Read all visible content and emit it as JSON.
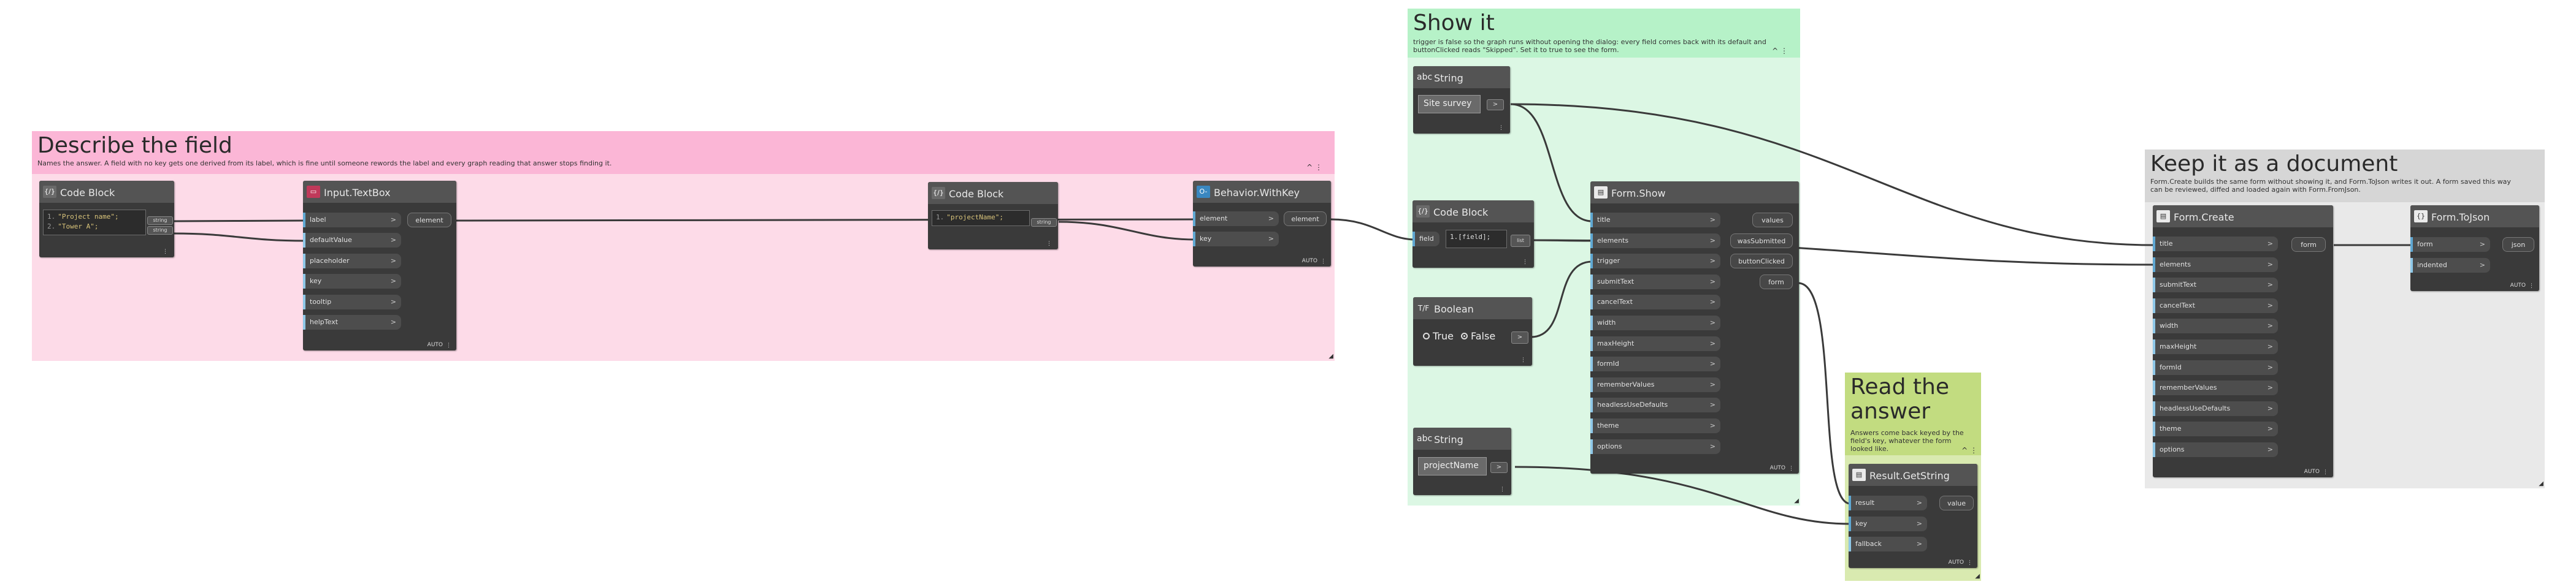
{
  "colors": {
    "describe_group": "#fddbe8",
    "describe_header": "#fbb6d6",
    "show_group": "#dcf7e4",
    "show_header": "#b6f2c8",
    "read_group": "#d9eab0",
    "read_header": "#c2dc80",
    "keep_group": "#e9e9e9",
    "keep_header": "#d6d6d6",
    "node_body": "#3a3a3a",
    "node_header": "#545454",
    "wire": "#3a3a3a"
  },
  "groups": {
    "describe": {
      "title": "Describe the field",
      "description": "Names the answer. A field with no key gets one derived from its label, which is fine until someone rewords the label and every graph reading that answer stops finding it."
    },
    "show": {
      "title": "Show it",
      "description": "trigger is false so the graph runs without opening the dialog: every field comes back with its default and buttonClicked reads \"Skipped\". Set it to true to see the form."
    },
    "read": {
      "title": "Read the answer",
      "description": "Answers come back keyed by the field's key, whatever the form looked like."
    },
    "keep": {
      "title": "Keep it as a document",
      "description": "Form.Create builds the same form without showing it, and Form.ToJson writes it out. A form saved this way can be reviewed, diffed and loaded again with Form.FromJson."
    }
  },
  "nodes": {
    "code_block_1": {
      "title": "Code Block",
      "icon": "code-icon",
      "lines": [
        "\"Project name\";",
        "\"Tower A\";"
      ],
      "line_numbers": [
        "1.",
        "2."
      ],
      "outputs": [
        "string",
        "string"
      ]
    },
    "input_textbox": {
      "title": "Input.TextBox",
      "icon": "textbox-icon",
      "inputs": [
        "label",
        "defaultValue",
        "placeholder",
        "key",
        "tooltip",
        "helpText"
      ],
      "output": "element",
      "footer": "AUTO"
    },
    "code_block_2": {
      "title": "Code Block",
      "icon": "code-icon",
      "line": "\"projectName\";",
      "line_number": "1.",
      "output": "string"
    },
    "behavior_withkey": {
      "title": "Behavior.WithKey",
      "icon": "key-icon",
      "inputs": [
        "element",
        "key"
      ],
      "output": "element",
      "footer": "AUTO"
    },
    "string_1": {
      "title": "String",
      "icon": "abc-icon",
      "value": "Site survey",
      "output": ">"
    },
    "code_block_3": {
      "title": "Code Block",
      "icon": "code-icon",
      "input": "field",
      "line": "1.[field];",
      "output": "list"
    },
    "boolean": {
      "title": "Boolean",
      "icon": "boolean-icon",
      "true_label": "True",
      "false_label": "False",
      "selected": "False",
      "output": ">"
    },
    "string_2": {
      "title": "String",
      "icon": "abc-icon",
      "value": "projectName",
      "output": ">"
    },
    "form_show": {
      "title": "Form.Show",
      "icon": "form-icon",
      "inputs": [
        "title",
        "elements",
        "trigger",
        "submitText",
        "cancelText",
        "width",
        "maxHeight",
        "formId",
        "rememberValues",
        "headlessUseDefaults",
        "theme",
        "options"
      ],
      "outputs": [
        "values",
        "wasSubmitted",
        "buttonClicked",
        "form"
      ],
      "footer": "AUTO"
    },
    "result_getstring": {
      "title": "Result.GetString",
      "icon": "form-icon",
      "inputs": [
        "result",
        "key",
        "fallback"
      ],
      "output": "value",
      "footer": "AUTO"
    },
    "form_create": {
      "title": "Form.Create",
      "icon": "form-icon",
      "inputs": [
        "title",
        "elements",
        "submitText",
        "cancelText",
        "width",
        "maxHeight",
        "formId",
        "rememberValues",
        "headlessUseDefaults",
        "theme",
        "options"
      ],
      "output": "form",
      "footer": "AUTO"
    },
    "form_tojson": {
      "title": "Form.ToJson",
      "icon": "json-icon",
      "inputs": [
        "form",
        "indented"
      ],
      "output": "json",
      "footer": "AUTO"
    }
  }
}
